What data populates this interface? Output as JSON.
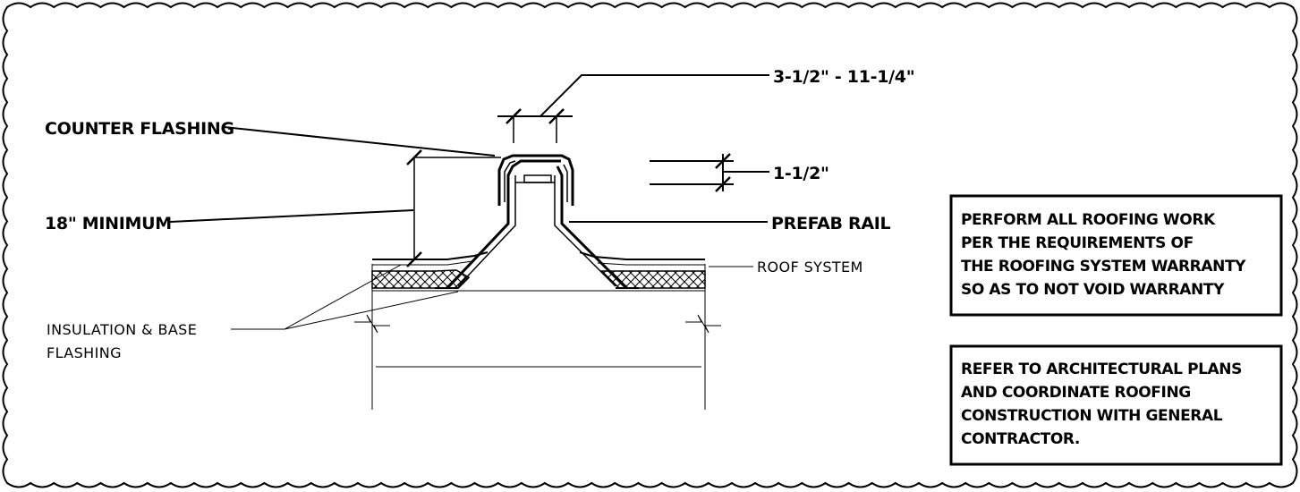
{
  "labels": {
    "counter_flashing": "COUNTER FLASHING",
    "dim_width": "3-1/2\" - 11-1/4\"",
    "dim_height": "1-1/2\"",
    "minimum": "18\" MINIMUM",
    "prefab_rail": "PREFAB RAIL",
    "roof_system": "ROOF SYSTEM",
    "insulation_line1": "INSULATION & BASE",
    "insulation_line2": "FLASHING"
  },
  "notes": {
    "warranty": [
      "PERFORM ALL ROOFING WORK",
      "PER THE REQUIREMENTS OF",
      "THE ROOFING SYSTEM WARRANTY",
      "SO AS TO NOT VOID WARRANTY"
    ],
    "coordination": [
      "REFER TO ARCHITECTURAL PLANS",
      "AND COORDINATE ROOFING",
      "CONSTRUCTION WITH GENERAL",
      "CONTRACTOR."
    ]
  }
}
